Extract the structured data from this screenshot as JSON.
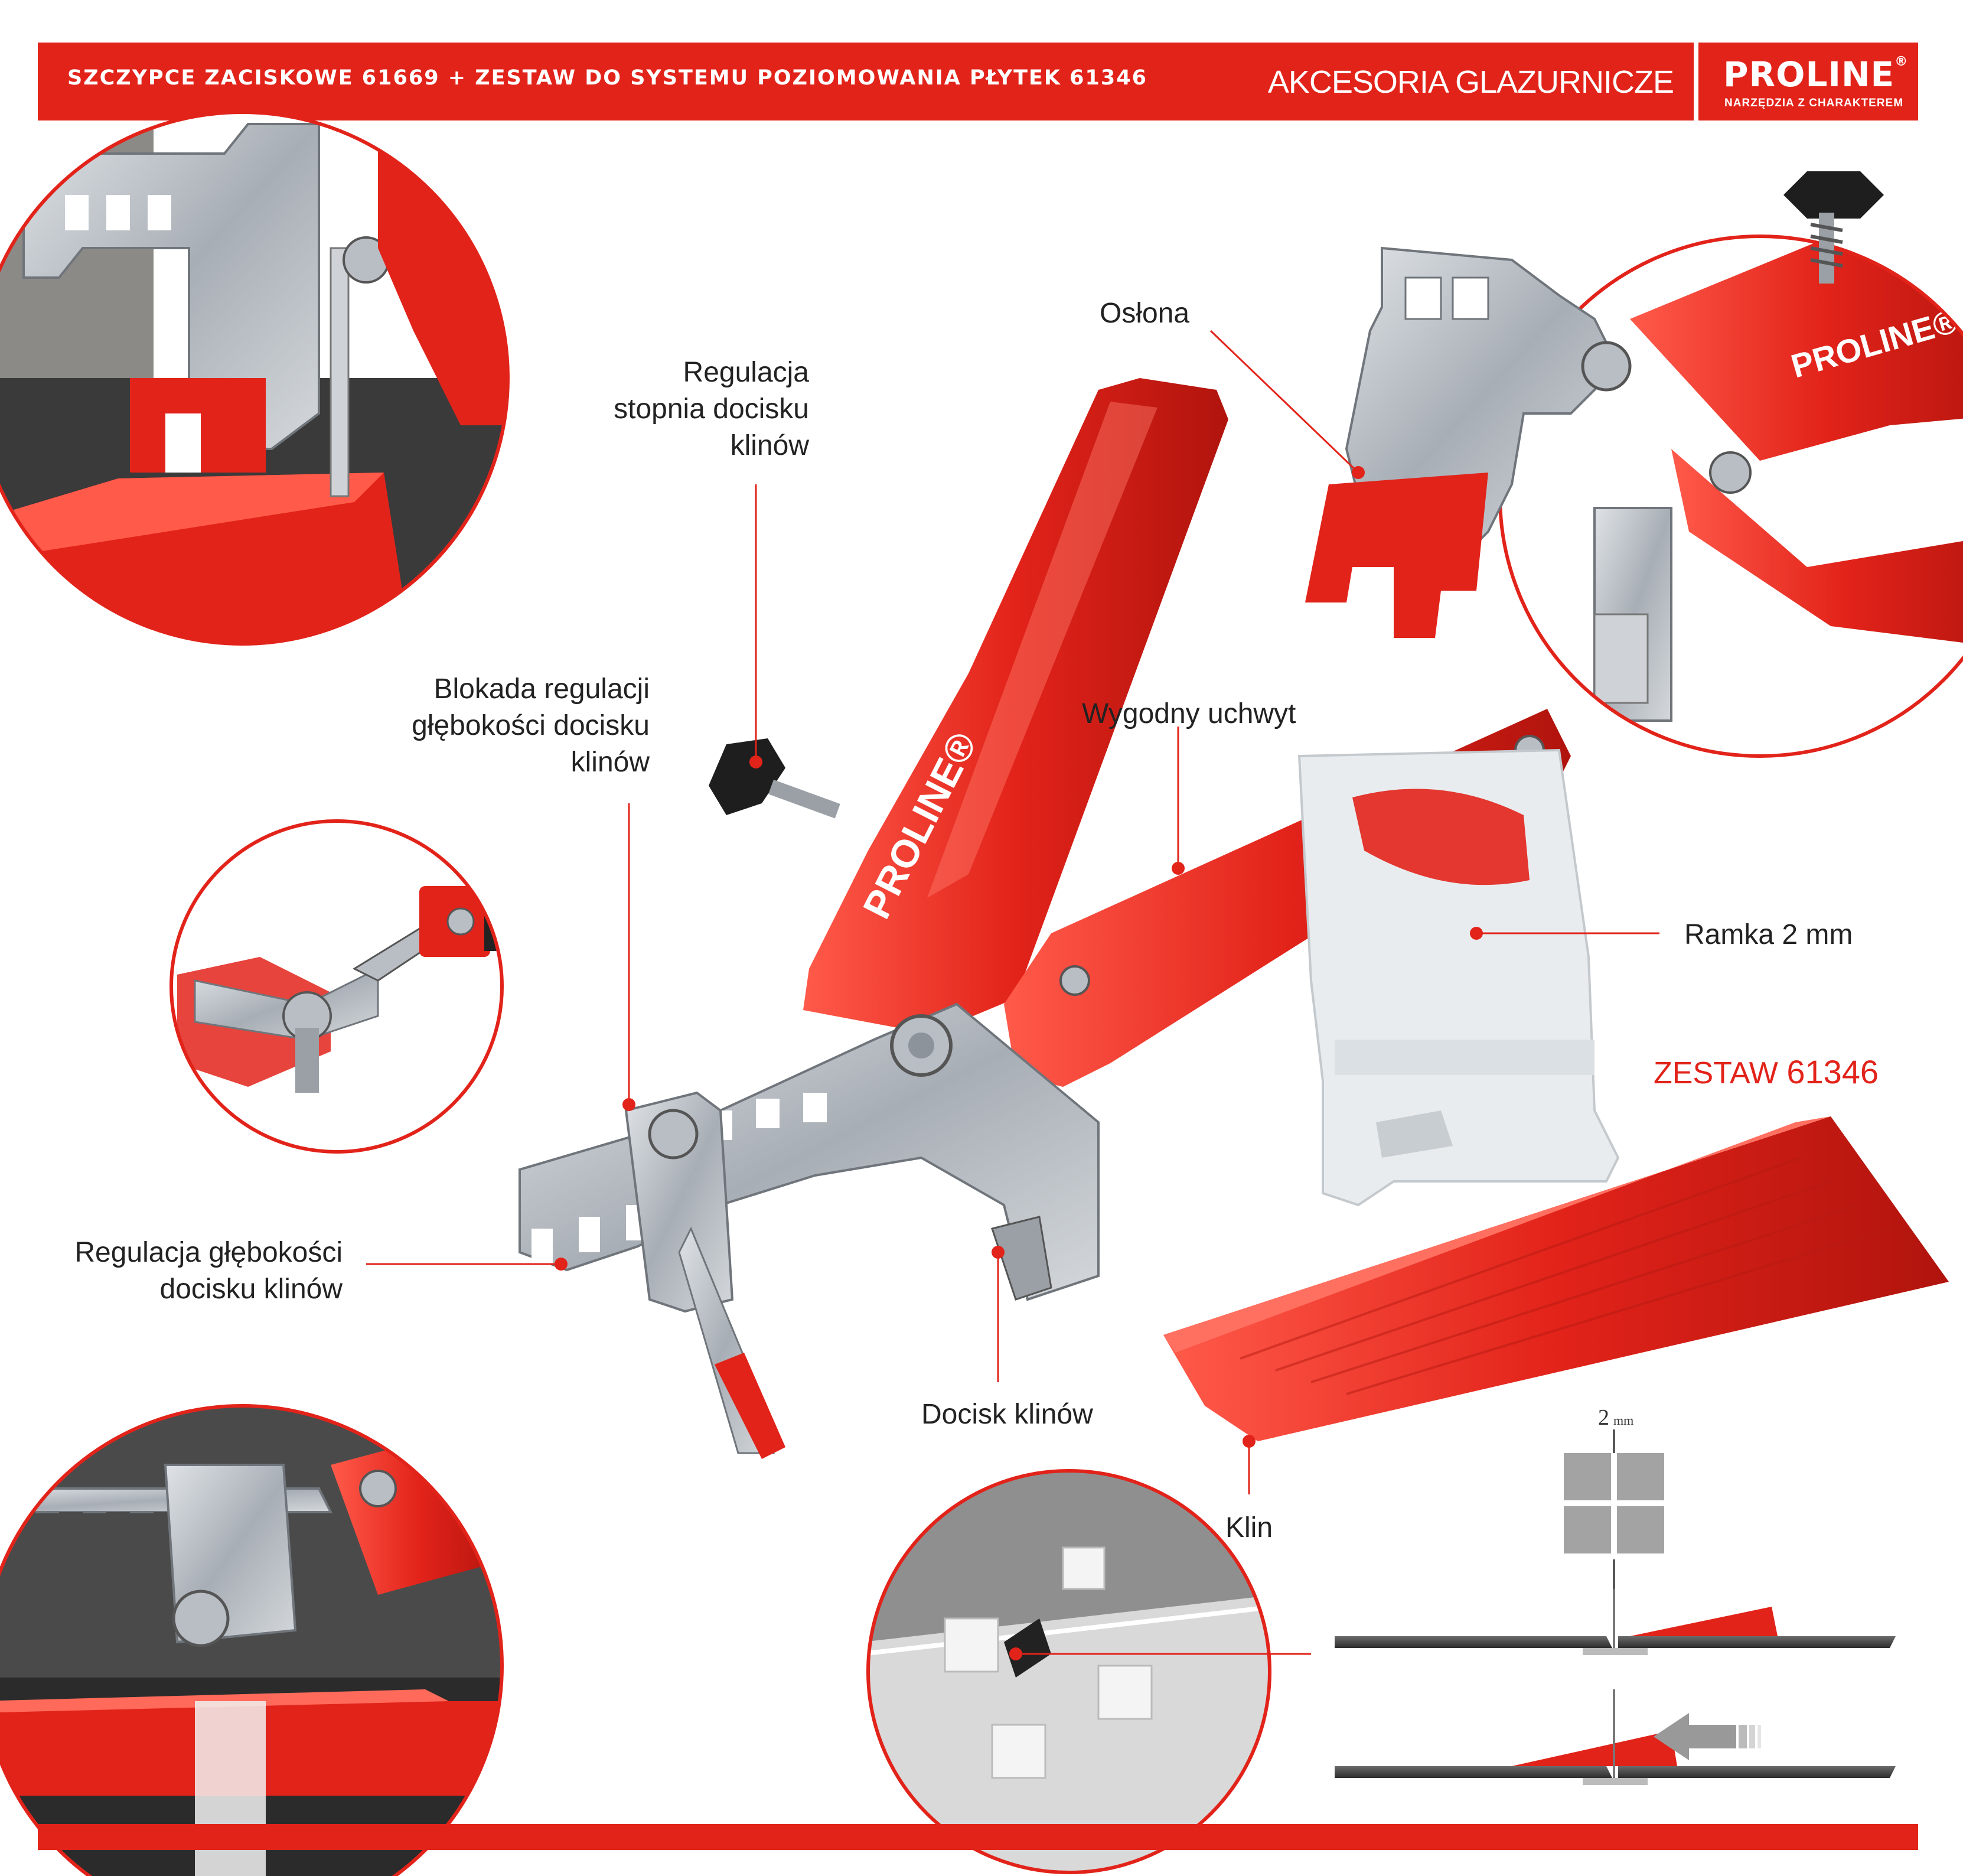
{
  "header": {
    "title": "SZCZYPCE ZACISKOWE 61669 + ZESTAW DO SYSTEMU POZIOMOWANIA PŁYTEK 61346",
    "category": "AKCESORIA GLAZURNICZE"
  },
  "brand": {
    "name": "PROLINE",
    "registered": "®",
    "tagline": "NARZĘDZIA Z CHARAKTEREM",
    "product_imprint": "PROLINE®"
  },
  "callouts": {
    "oslona": "Osłona",
    "regulacja_stopnia_1": "Regulacja",
    "regulacja_stopnia_2": "stopnia docisku",
    "regulacja_stopnia_3": "klinów",
    "blokada_1": "Blokada regulacji",
    "blokada_2": "głębokości docisku",
    "blokada_3": "klinów",
    "wygodny_uchwyt": "Wygodny uchwyt",
    "ramka": "Ramka 2 mm",
    "regulacja_glebokosci_1": "Regulacja głębokości",
    "regulacja_glebokosci_2": "docisku klinów",
    "docisk_klinow": "Docisk klinów",
    "klin": "Klin"
  },
  "set": {
    "label": "ZESTAW",
    "number": "61346"
  },
  "diagram": {
    "gap_value": "2",
    "gap_unit": "mm"
  },
  "colors": {
    "brand_red": "#e2231a",
    "metal": "#b9bec4",
    "frame": "#e9ecef",
    "dark_tile": "#4a4a4a"
  }
}
